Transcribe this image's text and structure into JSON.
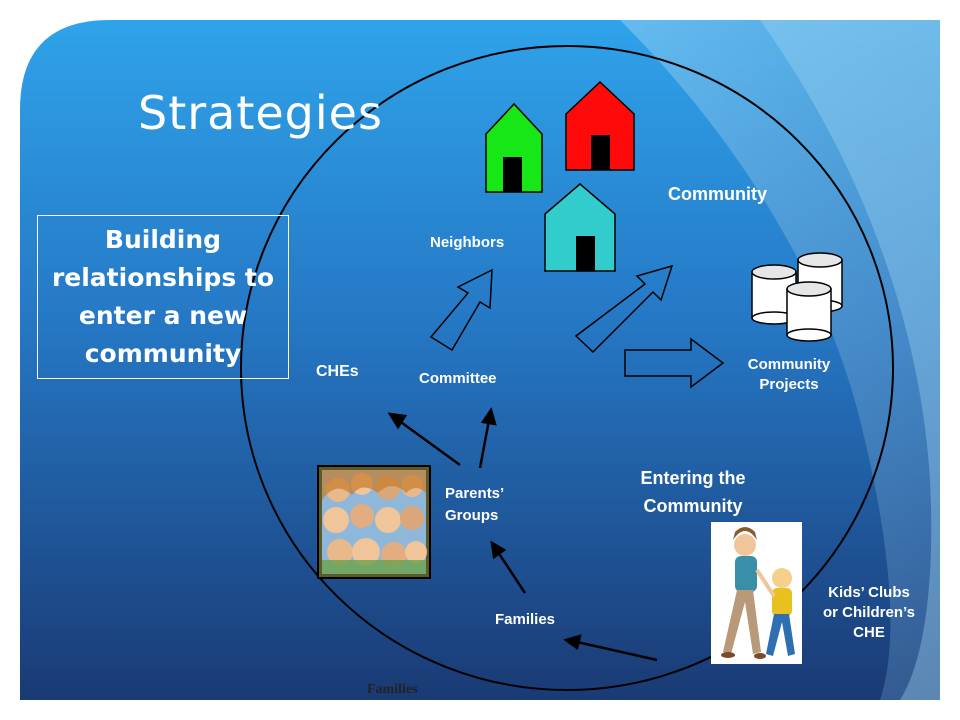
{
  "slide": {
    "title": "Strategies",
    "callout": "Building\nrelationships to\nenter a new\ncommunity",
    "footer": "Families"
  },
  "labels": {
    "community": "Community",
    "neighbors": "Neighbors",
    "community_projects": "Community\nProjects",
    "ches": "CHEs",
    "committee": "Committee",
    "entering": "Entering the\nCommunity",
    "parents_groups": "Parents’\nGroups",
    "families": "Families",
    "kids_clubs": "Kids’ Clubs\nor Children’s\nCHE"
  },
  "colors": {
    "background_top": "#2e9fe6",
    "background_bottom": "#1a3d78",
    "house_green": "#17e617",
    "house_red": "#ff0a0a",
    "house_teal": "#33cccc",
    "text": "#ffffff"
  }
}
